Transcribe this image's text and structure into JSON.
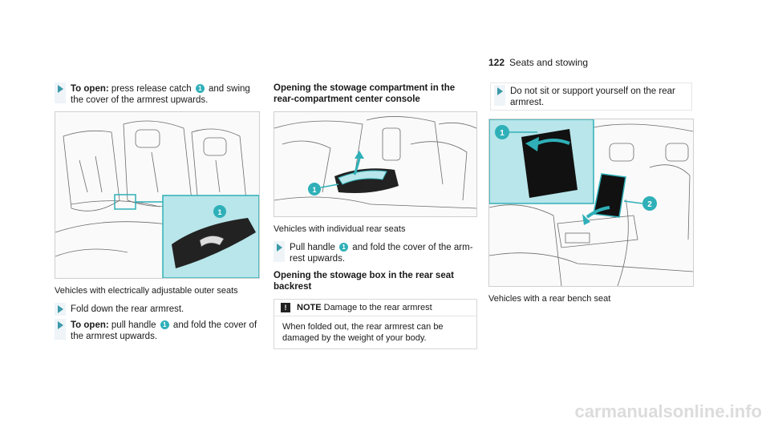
{
  "header": {
    "page": "122",
    "section": "Seats and stowing"
  },
  "col1": {
    "step1": {
      "bold": "To open:",
      "before": " press release catch ",
      "badge": "1",
      "after": " and swing the cover of the armrest upwards."
    },
    "caption": "Vehicles with electrically adjustable outer seats",
    "step2": {
      "text": "Fold down the rear armrest."
    },
    "step3": {
      "bold": "To open:",
      "before": " pull handle ",
      "badge": "1",
      "after": " and fold the cover of the armrest upwards."
    }
  },
  "col2": {
    "heading1": "Opening the stowage compartment in the rear-compartment center console",
    "caption": "Vehicles with individual rear seats",
    "step1": {
      "before": "Pull handle ",
      "badge": "1",
      "after": " and fold the cover of the arm-rest upwards."
    },
    "heading2": "Opening the stowage box in the rear seat backrest",
    "note": {
      "icon": "!",
      "title": "NOTE",
      "title_text": "Damage to the rear armrest",
      "body": "When folded out, the rear armrest can be damaged by the weight of your body."
    }
  },
  "col3": {
    "step1": {
      "text": "Do not sit or support yourself on the rear armrest."
    },
    "caption": "Vehicles with a rear bench seat",
    "badge1": "1",
    "badge2": "2"
  },
  "watermark": "carmanualsonline.info",
  "colors": {
    "accent": "#2fb0b8",
    "inset": "#b8e6ea"
  }
}
